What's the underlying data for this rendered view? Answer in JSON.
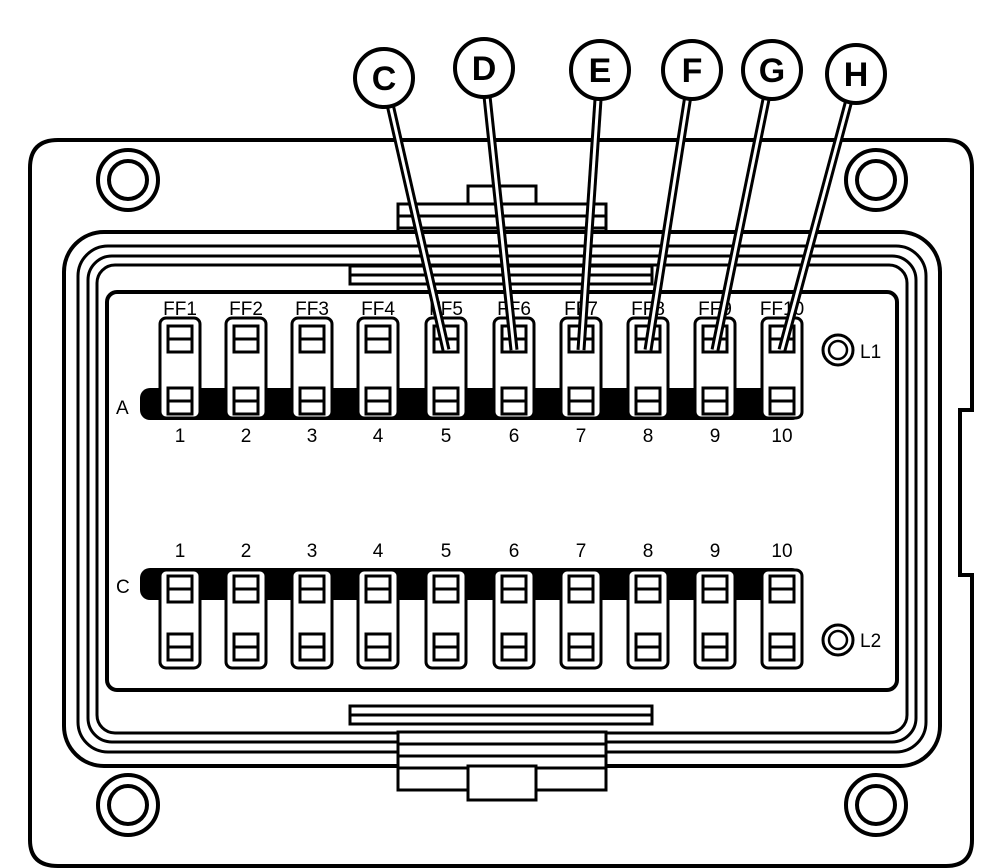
{
  "callouts": [
    "C",
    "D",
    "E",
    "F",
    "G",
    "H"
  ],
  "fuse_labels": [
    "FF1",
    "FF2",
    "FF3",
    "FF4",
    "FF5",
    "FF6",
    "FF7",
    "FF8",
    "FF9",
    "FF10"
  ],
  "row_a": {
    "label": "A",
    "numbers": [
      "1",
      "2",
      "3",
      "4",
      "5",
      "6",
      "7",
      "8",
      "9",
      "10"
    ]
  },
  "row_c": {
    "label": "C",
    "numbers": [
      "1",
      "2",
      "3",
      "4",
      "5",
      "6",
      "7",
      "8",
      "9",
      "10"
    ]
  },
  "markers": [
    "L1",
    "L2"
  ],
  "colors": {
    "ink": "#000000",
    "paper": "#ffffff"
  }
}
